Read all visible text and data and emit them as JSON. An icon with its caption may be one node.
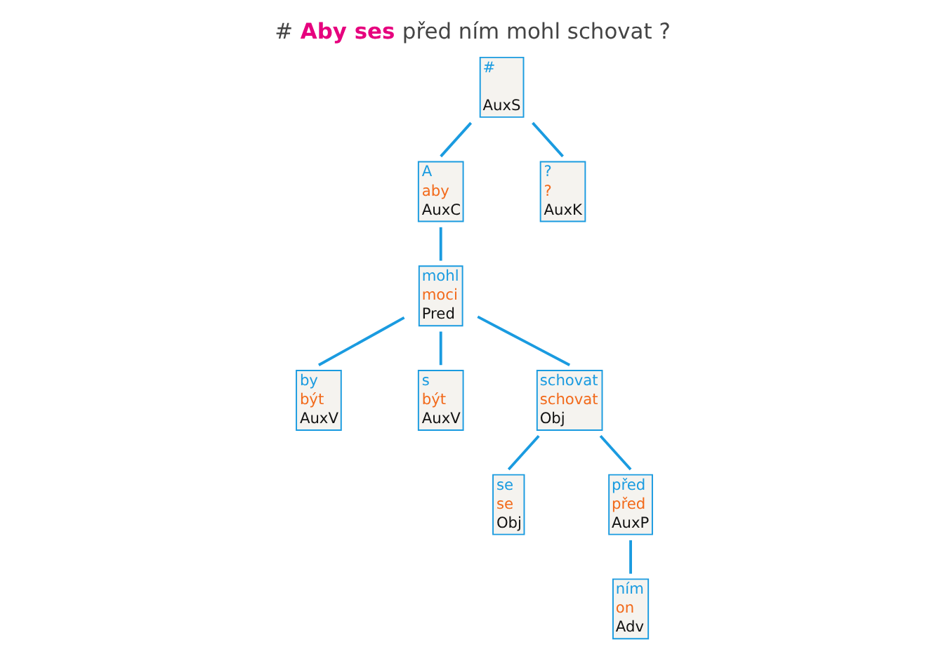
{
  "diagram": {
    "title": "# **Aby ses** před ním mohl schovat ?",
    "nodes": [
      {
        "text": [
          "#",
          "AuxS"
        ]
      },
      {
        "text": [
          "A",
          "aby",
          "AuxC"
        ]
      },
      {
        "text": [
          "?",
          "?",
          "AuxK"
        ]
      },
      {
        "text": [
          "mohl",
          "moci",
          "Pred"
        ]
      },
      {
        "text": [
          "by",
          "být",
          "AuxV"
        ]
      },
      {
        "text": [
          "s",
          "být",
          "AuxV"
        ]
      },
      {
        "text": [
          "schovat",
          "schovat",
          "Obj"
        ]
      },
      {
        "text": [
          "se",
          "se",
          "Obj"
        ]
      },
      {
        "text": [
          "před",
          "před",
          "AuxP"
        ]
      },
      {
        "text": [
          "ním",
          "on",
          "Adv"
        ]
      }
    ],
    "edges": [
      {
        "from": 0,
        "to": 1,
        "arrow": "none"
      },
      {
        "from": 0,
        "to": 2,
        "arrow": "none"
      },
      {
        "from": 1,
        "to": 3,
        "arrow": "none"
      },
      {
        "from": 3,
        "to": 4,
        "arrow": "none"
      },
      {
        "from": 3,
        "to": 5,
        "arrow": "none"
      },
      {
        "from": 3,
        "to": 6,
        "arrow": "none"
      },
      {
        "from": 6,
        "to": 7,
        "arrow": "none"
      },
      {
        "from": 6,
        "to": 8,
        "arrow": "none"
      },
      {
        "from": 8,
        "to": 9,
        "arrow": "none"
      }
    ]
  }
}
